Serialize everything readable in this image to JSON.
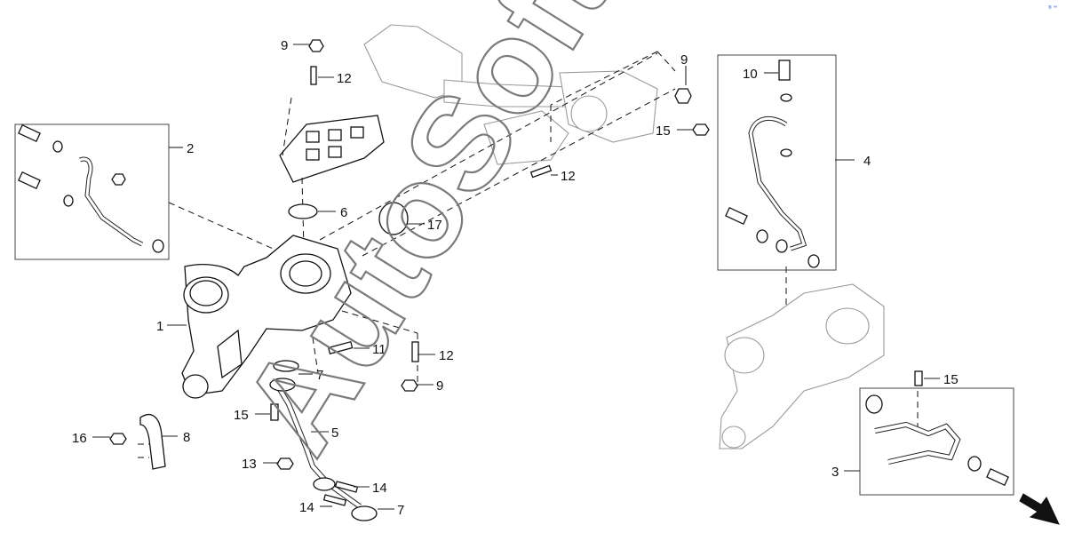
{
  "watermark": "AutoSoft",
  "corner_mark": "® ™",
  "callouts": {
    "c1": "1",
    "c2": "2",
    "c3": "3",
    "c4": "4",
    "c5": "5",
    "c6": "6",
    "c7a": "7",
    "c7b": "7",
    "c8": "8",
    "c9a": "9",
    "c9b": "9",
    "c9c": "9",
    "c10": "10",
    "c11": "11",
    "c12a": "12",
    "c12b": "12",
    "c12c": "12",
    "c13": "13",
    "c14a": "14",
    "c14b": "14",
    "c15a": "15",
    "c15b": "15",
    "c15c": "15",
    "c16": "16",
    "c17": "17"
  },
  "icons": {
    "nav": "next-arrow-icon"
  }
}
